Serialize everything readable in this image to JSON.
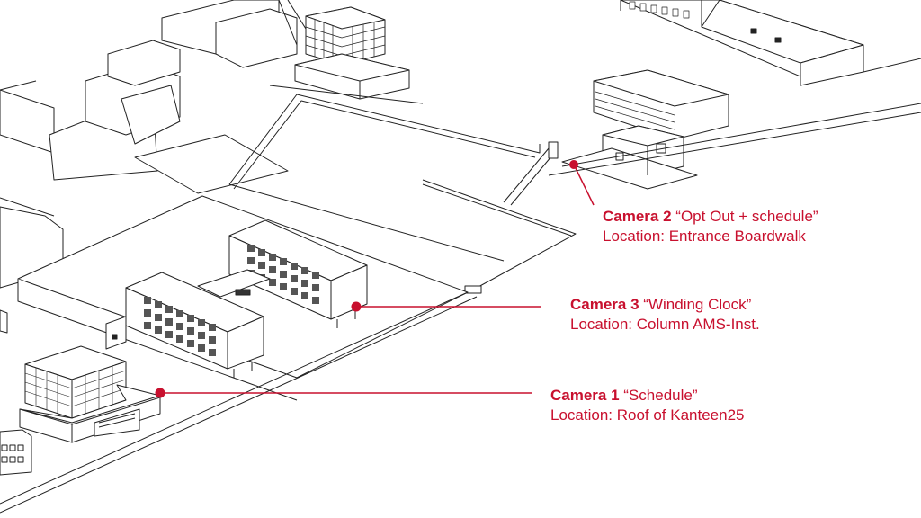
{
  "accent_color": "#c8102e",
  "cameras": [
    {
      "id": "camera-2",
      "label": "Camera 2",
      "title": "“Opt Out + schedule”",
      "location": "Location: Entrance Boardwalk"
    },
    {
      "id": "camera-3",
      "label": "Camera 3",
      "title": "“Winding Clock”",
      "location": "Location: Column AMS-Inst."
    },
    {
      "id": "camera-1",
      "label": "Camera 1",
      "title": "“Schedule”",
      "location": "Location: Roof of Kanteen25"
    }
  ]
}
